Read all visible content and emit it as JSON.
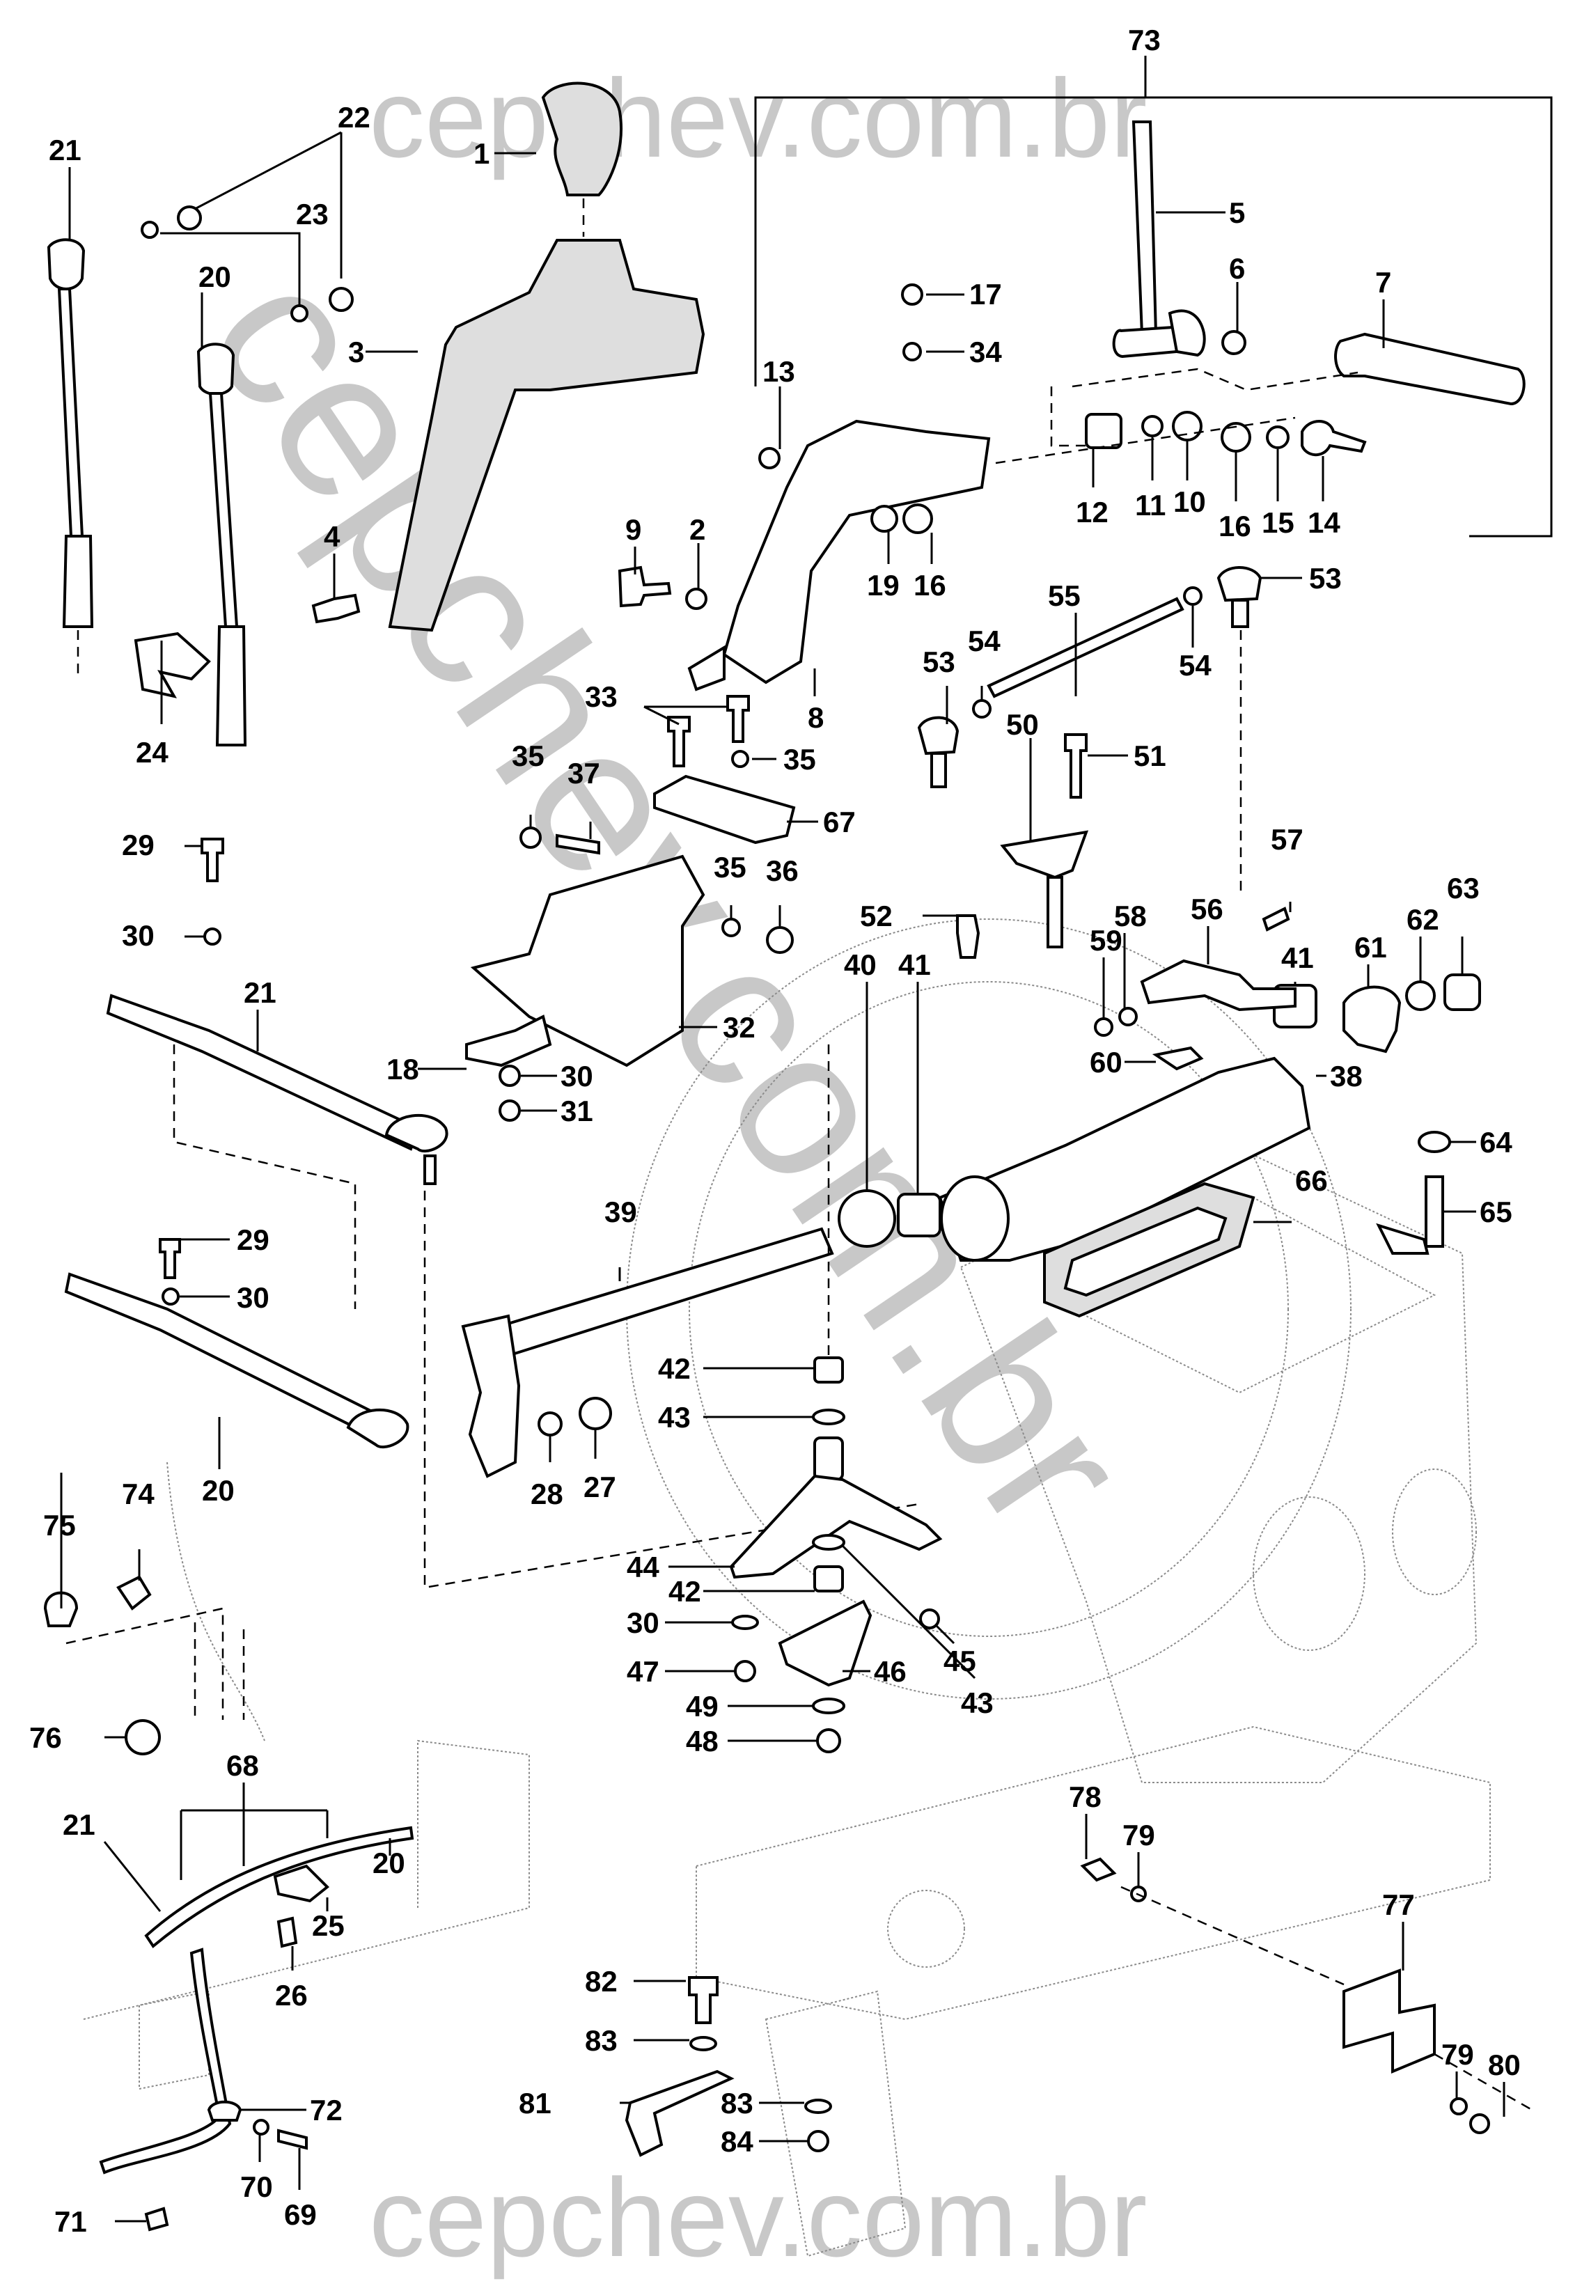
{
  "diagram": {
    "title": "Gearshift lever and linkage - exploded parts view",
    "watermark": {
      "top": "cepchev.com.br",
      "bottom": "cepchev.com.br",
      "diagonal": "cepchev.com.br",
      "color": "#c8c8c8"
    },
    "callouts": [
      {
        "id": "c1",
        "text": "1"
      },
      {
        "id": "c2",
        "text": "2"
      },
      {
        "id": "c3",
        "text": "3"
      },
      {
        "id": "c4",
        "text": "4"
      },
      {
        "id": "c5",
        "text": "5"
      },
      {
        "id": "c6",
        "text": "6"
      },
      {
        "id": "c7",
        "text": "7"
      },
      {
        "id": "c8",
        "text": "8"
      },
      {
        "id": "c9",
        "text": "9"
      },
      {
        "id": "c10",
        "text": "10"
      },
      {
        "id": "c11",
        "text": "11"
      },
      {
        "id": "c12",
        "text": "12"
      },
      {
        "id": "c13",
        "text": "13"
      },
      {
        "id": "c14",
        "text": "14"
      },
      {
        "id": "c15",
        "text": "15"
      },
      {
        "id": "c16a",
        "text": "16"
      },
      {
        "id": "c16b",
        "text": "16"
      },
      {
        "id": "c17",
        "text": "17"
      },
      {
        "id": "c18",
        "text": "18"
      },
      {
        "id": "c19",
        "text": "19"
      },
      {
        "id": "c20a",
        "text": "20"
      },
      {
        "id": "c20b",
        "text": "20"
      },
      {
        "id": "c20c",
        "text": "20"
      },
      {
        "id": "c21a",
        "text": "21"
      },
      {
        "id": "c21b",
        "text": "21"
      },
      {
        "id": "c21c",
        "text": "21"
      },
      {
        "id": "c22",
        "text": "22"
      },
      {
        "id": "c23",
        "text": "23"
      },
      {
        "id": "c24",
        "text": "24"
      },
      {
        "id": "c25",
        "text": "25"
      },
      {
        "id": "c26",
        "text": "26"
      },
      {
        "id": "c27",
        "text": "27"
      },
      {
        "id": "c28",
        "text": "28"
      },
      {
        "id": "c29a",
        "text": "29"
      },
      {
        "id": "c29b",
        "text": "29"
      },
      {
        "id": "c30a",
        "text": "30"
      },
      {
        "id": "c30b",
        "text": "30"
      },
      {
        "id": "c30c",
        "text": "30"
      },
      {
        "id": "c30d",
        "text": "30"
      },
      {
        "id": "c31",
        "text": "31"
      },
      {
        "id": "c32",
        "text": "32"
      },
      {
        "id": "c33",
        "text": "33"
      },
      {
        "id": "c34",
        "text": "34"
      },
      {
        "id": "c35a",
        "text": "35"
      },
      {
        "id": "c35b",
        "text": "35"
      },
      {
        "id": "c35c",
        "text": "35"
      },
      {
        "id": "c36",
        "text": "36"
      },
      {
        "id": "c37",
        "text": "37"
      },
      {
        "id": "c38",
        "text": "38"
      },
      {
        "id": "c39",
        "text": "39"
      },
      {
        "id": "c40",
        "text": "40"
      },
      {
        "id": "c41a",
        "text": "41"
      },
      {
        "id": "c41b",
        "text": "41"
      },
      {
        "id": "c42a",
        "text": "42"
      },
      {
        "id": "c42b",
        "text": "42"
      },
      {
        "id": "c43a",
        "text": "43"
      },
      {
        "id": "c43b",
        "text": "43"
      },
      {
        "id": "c44",
        "text": "44"
      },
      {
        "id": "c45",
        "text": "45"
      },
      {
        "id": "c46",
        "text": "46"
      },
      {
        "id": "c47",
        "text": "47"
      },
      {
        "id": "c48",
        "text": "48"
      },
      {
        "id": "c49",
        "text": "49"
      },
      {
        "id": "c50",
        "text": "50"
      },
      {
        "id": "c51",
        "text": "51"
      },
      {
        "id": "c52",
        "text": "52"
      },
      {
        "id": "c53a",
        "text": "53"
      },
      {
        "id": "c53b",
        "text": "53"
      },
      {
        "id": "c54a",
        "text": "54"
      },
      {
        "id": "c54b",
        "text": "54"
      },
      {
        "id": "c55",
        "text": "55"
      },
      {
        "id": "c56",
        "text": "56"
      },
      {
        "id": "c57",
        "text": "57"
      },
      {
        "id": "c58",
        "text": "58"
      },
      {
        "id": "c59",
        "text": "59"
      },
      {
        "id": "c60",
        "text": "60"
      },
      {
        "id": "c61",
        "text": "61"
      },
      {
        "id": "c62",
        "text": "62"
      },
      {
        "id": "c63",
        "text": "63"
      },
      {
        "id": "c64",
        "text": "64"
      },
      {
        "id": "c65",
        "text": "65"
      },
      {
        "id": "c66",
        "text": "66"
      },
      {
        "id": "c67",
        "text": "67"
      },
      {
        "id": "c68",
        "text": "68"
      },
      {
        "id": "c69",
        "text": "69"
      },
      {
        "id": "c70",
        "text": "70"
      },
      {
        "id": "c71",
        "text": "71"
      },
      {
        "id": "c72",
        "text": "72"
      },
      {
        "id": "c73",
        "text": "73"
      },
      {
        "id": "c74",
        "text": "74"
      },
      {
        "id": "c75",
        "text": "75"
      },
      {
        "id": "c76",
        "text": "76"
      },
      {
        "id": "c77",
        "text": "77"
      },
      {
        "id": "c78",
        "text": "78"
      },
      {
        "id": "c79a",
        "text": "79"
      },
      {
        "id": "c79b",
        "text": "79"
      },
      {
        "id": "c80",
        "text": "80"
      },
      {
        "id": "c81",
        "text": "81"
      },
      {
        "id": "c82",
        "text": "82"
      },
      {
        "id": "c83a",
        "text": "83"
      },
      {
        "id": "c83b",
        "text": "83"
      },
      {
        "id": "c84",
        "text": "84"
      }
    ]
  }
}
